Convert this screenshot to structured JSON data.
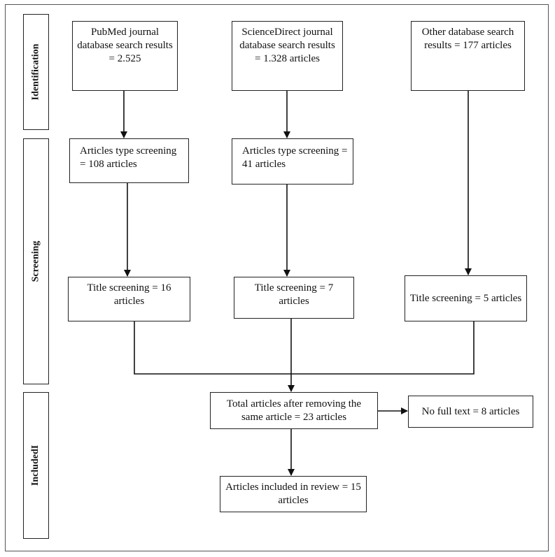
{
  "stages": {
    "identification": "Identification",
    "screening": "Screening",
    "included": "IncludedI"
  },
  "boxes": {
    "pubmed": "PubMed journal database search results = 2.525",
    "sciencedirect": "ScienceDirect journal database search results = 1.328 articles",
    "other": "Other database search results = 177 articles",
    "type_pubmed": "Articles type screening = 108 articles",
    "type_sciencedirect": "Articles type screening = 41 articles",
    "title_pubmed": "Title screening = 16 articles",
    "title_sciencedirect": "Title screening = 7 articles",
    "title_other": "Title screening = 5 articles",
    "total": "Total articles after removing the same article = 23 articles",
    "no_full_text": "No full text = 8 articles",
    "included": "Articles included in review = 15 articles"
  }
}
